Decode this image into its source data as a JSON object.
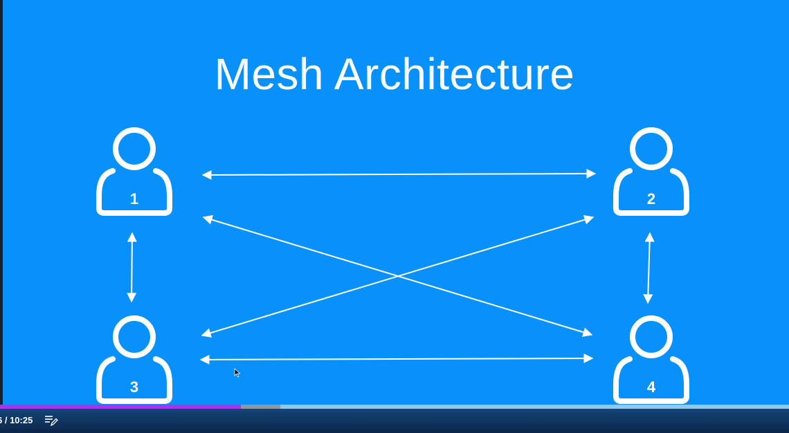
{
  "slide": {
    "title": "Mesh Architecture",
    "background_color": "#0891fb",
    "nodes": [
      {
        "label": "1"
      },
      {
        "label": "2"
      },
      {
        "label": "3"
      },
      {
        "label": "4"
      }
    ],
    "connections": [
      [
        "1",
        "2"
      ],
      [
        "1",
        "3"
      ],
      [
        "1",
        "4"
      ],
      [
        "2",
        "3"
      ],
      [
        "2",
        "4"
      ],
      [
        "3",
        "4"
      ]
    ]
  },
  "player": {
    "time_display": "6 / 10:25",
    "progress_played_fraction": 0.305,
    "progress_buffered_fraction": 0.355,
    "played_color": "#a435f0",
    "transcript_icon": "transcript-edit-icon"
  }
}
